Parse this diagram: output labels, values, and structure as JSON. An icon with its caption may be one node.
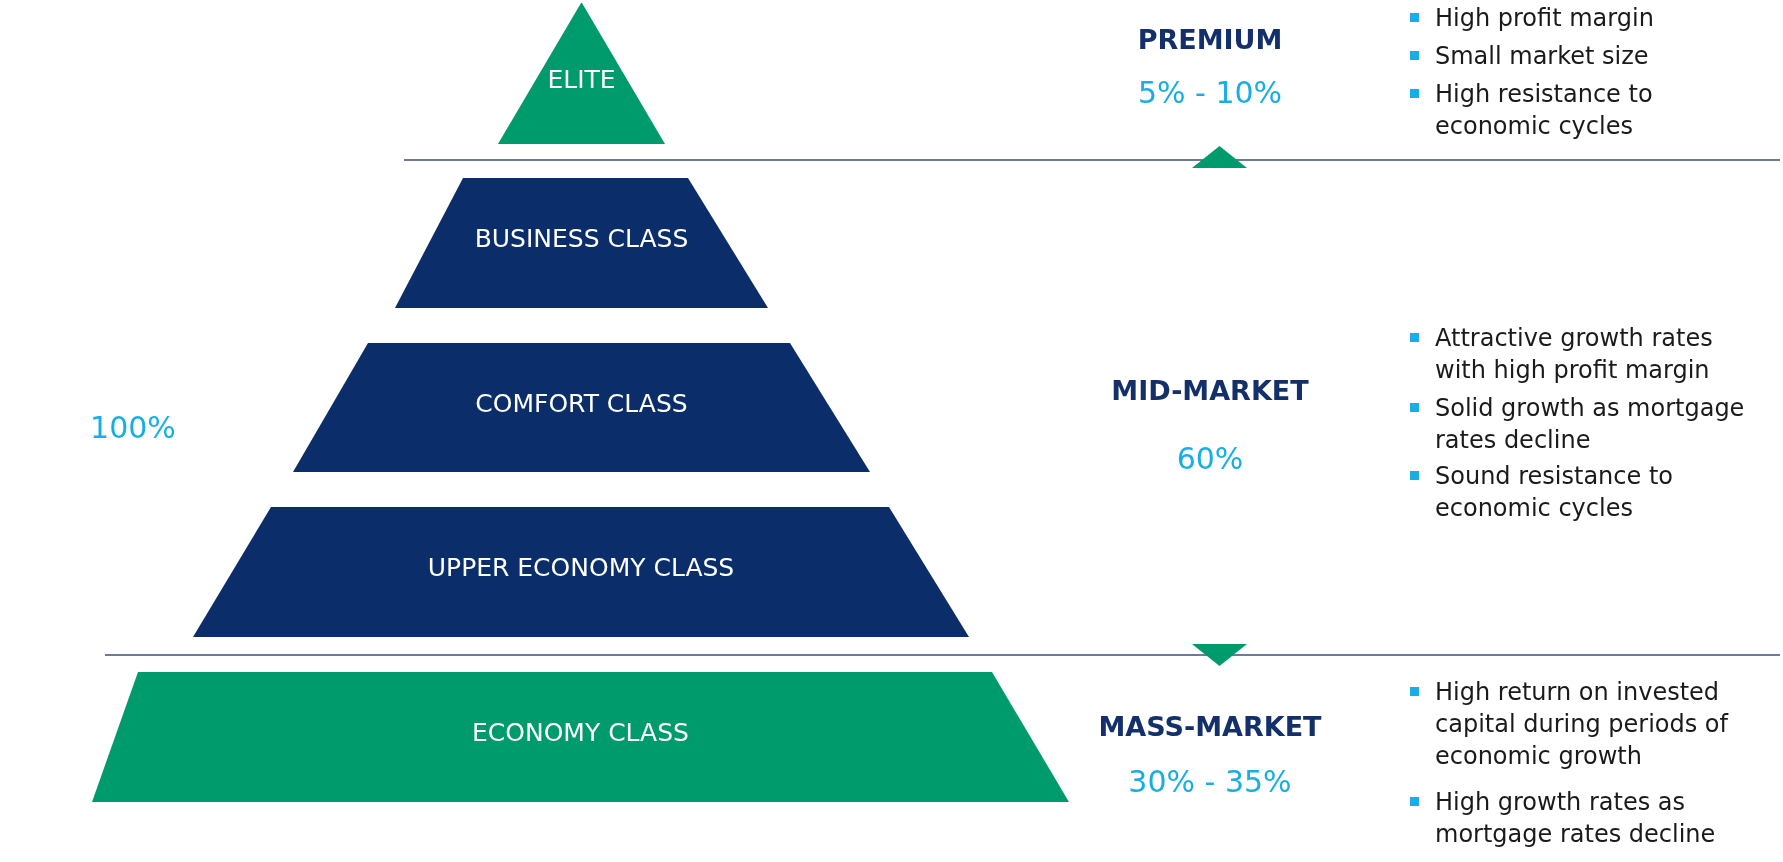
{
  "diagram": {
    "nodes": [
      {
        "text": [
          "ELITE"
        ]
      },
      {
        "text": [
          "BUSINESS CLASS"
        ]
      },
      {
        "text": [
          "COMFORT CLASS"
        ]
      },
      {
        "text": [
          "UPPER ECONOMY CLASS"
        ]
      },
      {
        "text": [
          "ECONOMY CLASS"
        ]
      }
    ],
    "labels": [
      "PREMIUM",
      "5% - 10%",
      "High profit margin",
      "Small market size",
      "High resistance to economic cycles",
      "100%",
      "MID-MARKET",
      "60%",
      "Attractive growth rates with high profit margin",
      "Solid growth as mortgage rates decline",
      "Sound resistance to economic cycles",
      "MASS-MARKET",
      "30% - 35%",
      "High return on invested capital during periods of economic growth",
      "High growth rates as mortgage rates decline"
    ]
  }
}
